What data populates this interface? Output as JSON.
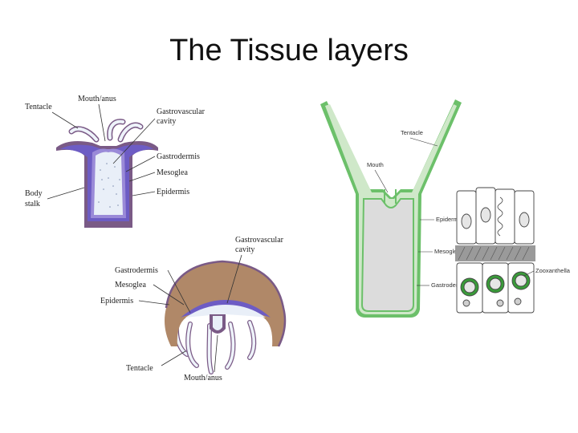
{
  "title": "The Tissue layers",
  "colors": {
    "epidermis": "#7a5a86",
    "mesoglea": "#6d5cc4",
    "gastrodermis": "#9a8ad8",
    "cavity": "#dfe9f4",
    "medusa_bell": "#b08868",
    "green_layer": "#6cc06a",
    "gray_cavity": "#dcdcdc"
  },
  "polyp_diagram": {
    "labels": {
      "tentacle": "Tentacle",
      "mouth": "Mouth/anus",
      "cavity_line1": "Gastrovascular",
      "cavity_line2": "cavity",
      "gastrodermis": "Gastrodermis",
      "mesoglea": "Mesoglea",
      "epidermis": "Epidermis",
      "stalk_line1": "Body",
      "stalk_line2": "stalk"
    }
  },
  "medusa_diagram": {
    "labels": {
      "cavity_line1": "Gastrovascular",
      "cavity_line2": "cavity",
      "gastrodermis": "Gastrodermis",
      "mesoglea": "Mesoglea",
      "epidermis": "Epidermis",
      "tentacle": "Tentacle",
      "mouth": "Mouth/anus"
    }
  },
  "cell_diagram": {
    "labels": {
      "tentacle": "Tentacle",
      "mouth": "Mouth",
      "epidermis": "Epidermis",
      "mesoglea": "Mesoglea",
      "gastrodermis": "Gastrodermis",
      "zooxanthellae": "Zooxanthellae"
    }
  }
}
